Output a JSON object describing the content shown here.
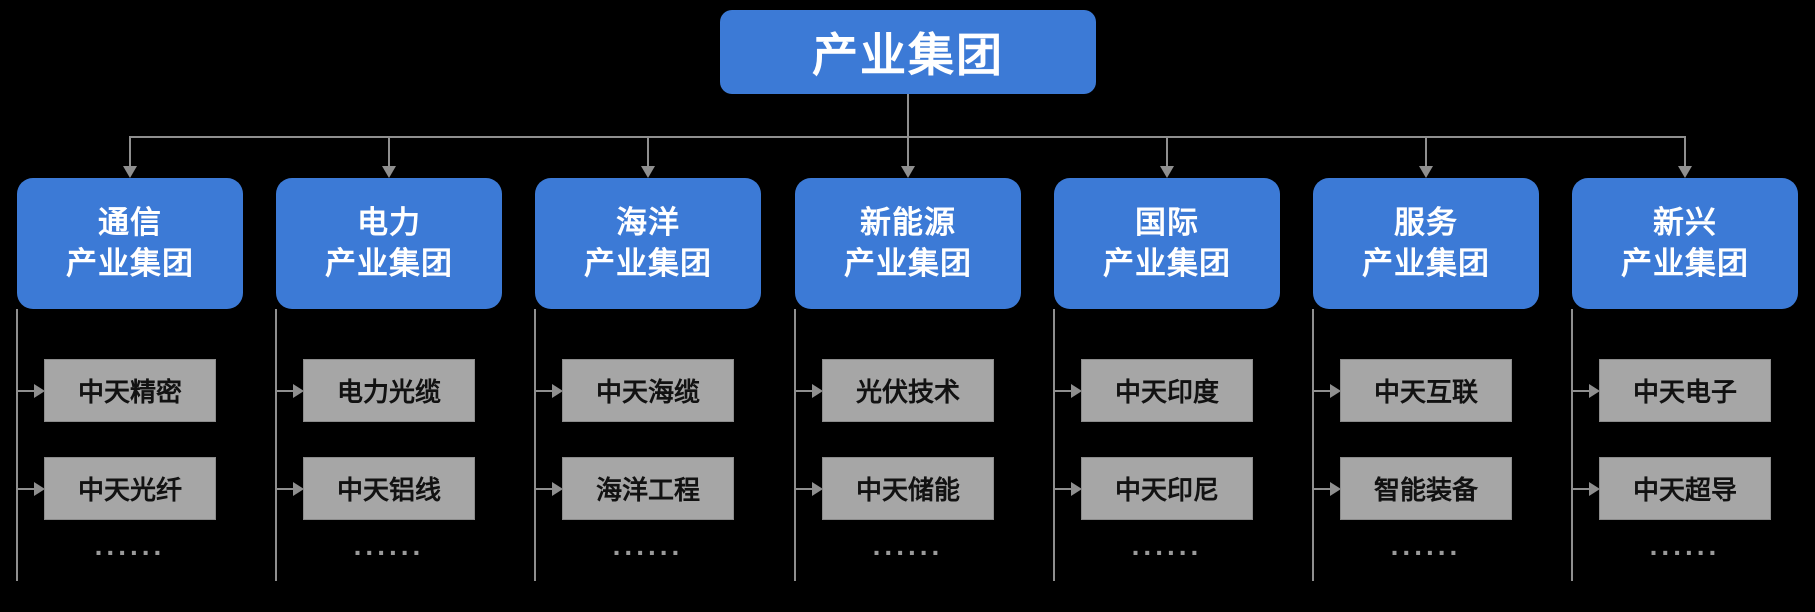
{
  "colors": {
    "background": "#000000",
    "group_node_blue": "#3c7ad6",
    "subsidiary_gray": "#a6a6a6",
    "connector_gray": "#8f8f8f",
    "node_text_white": "#ffffff",
    "subsidiary_text": "#121212"
  },
  "root": {
    "label": "产业集团"
  },
  "ellipsis": "......",
  "columns": [
    {
      "line1": "通信",
      "line2": "产业集团",
      "children": [
        "中天精密",
        "中天光纤"
      ]
    },
    {
      "line1": "电力",
      "line2": "产业集团",
      "children": [
        "电力光缆",
        "中天铝线"
      ]
    },
    {
      "line1": "海洋",
      "line2": "产业集团",
      "children": [
        "中天海缆",
        "海洋工程"
      ]
    },
    {
      "line1": "新能源",
      "line2": "产业集团",
      "children": [
        "光伏技术",
        "中天储能"
      ]
    },
    {
      "line1": "国际",
      "line2": "产业集团",
      "children": [
        "中天印度",
        "中天印尼"
      ]
    },
    {
      "line1": "服务",
      "line2": "产业集团",
      "children": [
        "中天互联",
        "智能装备"
      ]
    },
    {
      "line1": "新兴",
      "line2": "产业集团",
      "children": [
        "中天电子",
        "中天超导"
      ]
    }
  ]
}
